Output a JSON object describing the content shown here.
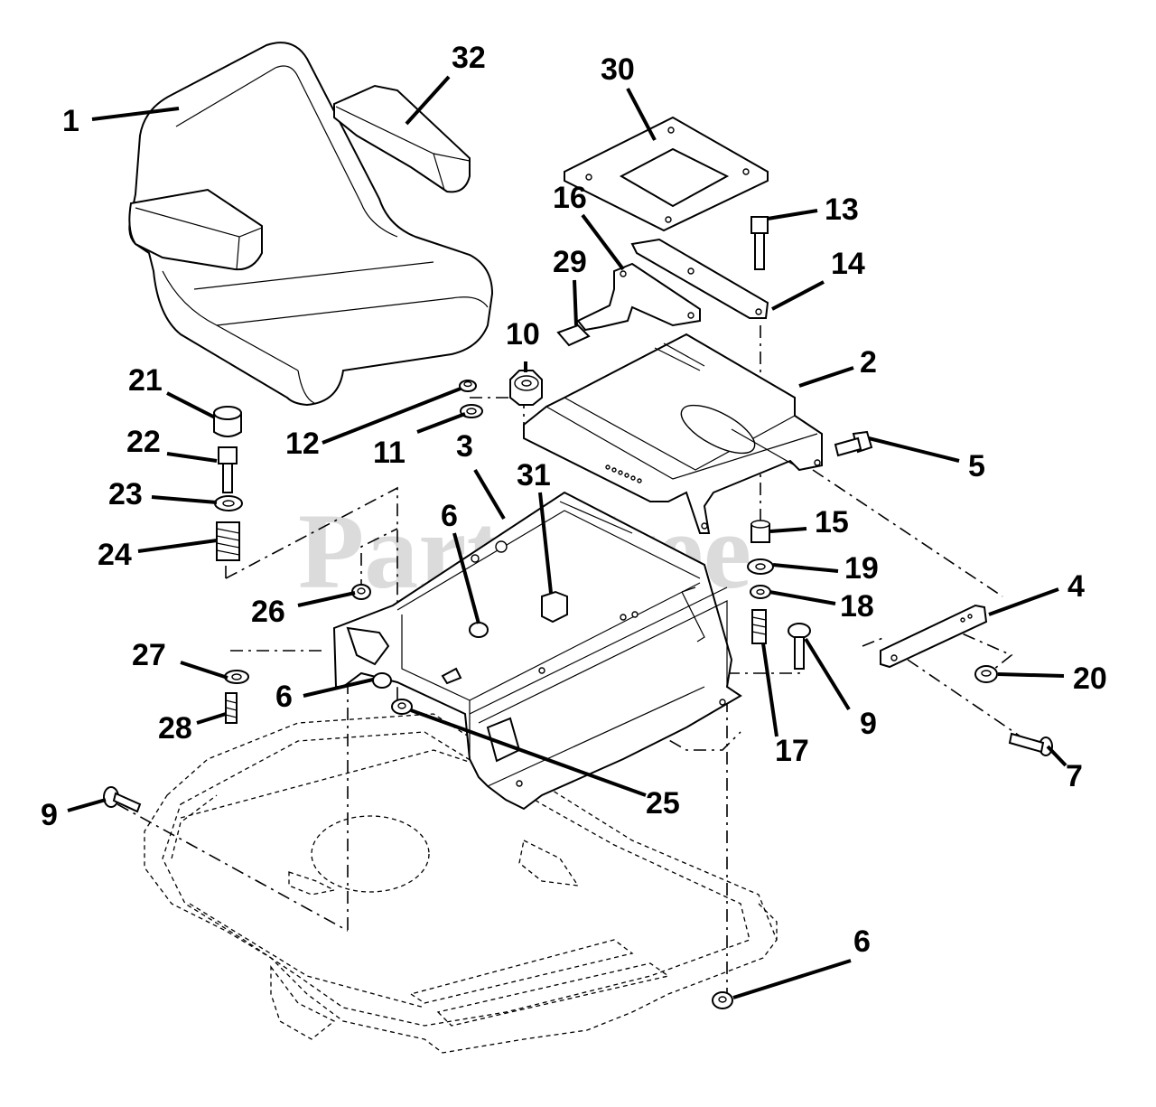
{
  "watermark": "PartsTree",
  "callouts": [
    {
      "id": "c1",
      "label": "1"
    },
    {
      "id": "c32",
      "label": "32"
    },
    {
      "id": "c30",
      "label": "30"
    },
    {
      "id": "c16",
      "label": "16"
    },
    {
      "id": "c13",
      "label": "13"
    },
    {
      "id": "c29",
      "label": "29"
    },
    {
      "id": "c14",
      "label": "14"
    },
    {
      "id": "c10",
      "label": "10"
    },
    {
      "id": "c2",
      "label": "2"
    },
    {
      "id": "c21",
      "label": "21"
    },
    {
      "id": "c12",
      "label": "12"
    },
    {
      "id": "c11",
      "label": "11"
    },
    {
      "id": "c22",
      "label": "22"
    },
    {
      "id": "c3",
      "label": "3"
    },
    {
      "id": "c5",
      "label": "5"
    },
    {
      "id": "c23",
      "label": "23"
    },
    {
      "id": "c31",
      "label": "31"
    },
    {
      "id": "c6a",
      "label": "6"
    },
    {
      "id": "c15",
      "label": "15"
    },
    {
      "id": "c24",
      "label": "24"
    },
    {
      "id": "c19",
      "label": "19"
    },
    {
      "id": "c4",
      "label": "4"
    },
    {
      "id": "c18",
      "label": "18"
    },
    {
      "id": "c26",
      "label": "26"
    },
    {
      "id": "c27",
      "label": "27"
    },
    {
      "id": "c20",
      "label": "20"
    },
    {
      "id": "c6b",
      "label": "6"
    },
    {
      "id": "c9a",
      "label": "9"
    },
    {
      "id": "c28",
      "label": "28"
    },
    {
      "id": "c17",
      "label": "17"
    },
    {
      "id": "c7",
      "label": "7"
    },
    {
      "id": "c25",
      "label": "25"
    },
    {
      "id": "c9b",
      "label": "9"
    },
    {
      "id": "c6c",
      "label": "6"
    }
  ]
}
